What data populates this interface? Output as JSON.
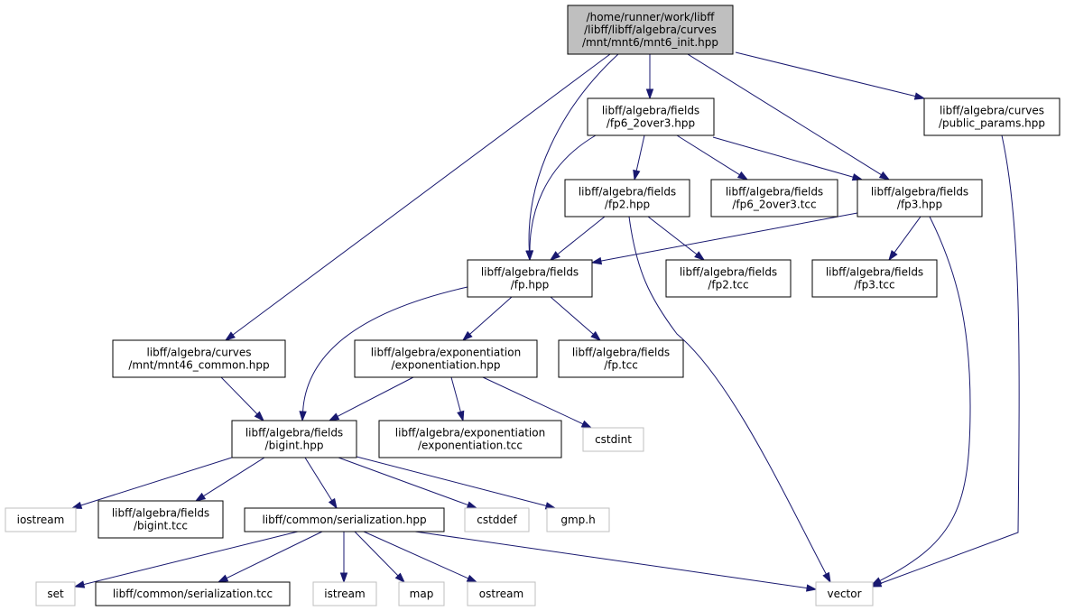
{
  "diagram": {
    "nodes": [
      {
        "id": "root",
        "lines": [
          "/home/runner/work/libff",
          "/libff/libff/algebra/curves",
          "/mnt/mnt6/mnt6_init.hpp"
        ],
        "kind": "root"
      },
      {
        "id": "fp6_2over3_hpp",
        "lines": [
          "libff/algebra/fields",
          "/fp6_2over3.hpp"
        ],
        "kind": "file"
      },
      {
        "id": "public_params_hpp",
        "lines": [
          "libff/algebra/curves",
          "/public_params.hpp"
        ],
        "kind": "file"
      },
      {
        "id": "fp2_hpp",
        "lines": [
          "libff/algebra/fields",
          "/fp2.hpp"
        ],
        "kind": "file"
      },
      {
        "id": "fp6_2over3_tcc",
        "lines": [
          "libff/algebra/fields",
          "/fp6_2over3.tcc"
        ],
        "kind": "file"
      },
      {
        "id": "fp3_hpp",
        "lines": [
          "libff/algebra/fields",
          "/fp3.hpp"
        ],
        "kind": "file"
      },
      {
        "id": "fp_hpp",
        "lines": [
          "libff/algebra/fields",
          "/fp.hpp"
        ],
        "kind": "file"
      },
      {
        "id": "fp2_tcc",
        "lines": [
          "libff/algebra/fields",
          "/fp2.tcc"
        ],
        "kind": "file"
      },
      {
        "id": "fp3_tcc",
        "lines": [
          "libff/algebra/fields",
          "/fp3.tcc"
        ],
        "kind": "file"
      },
      {
        "id": "mnt46_common_hpp",
        "lines": [
          "libff/algebra/curves",
          "/mnt/mnt46_common.hpp"
        ],
        "kind": "file"
      },
      {
        "id": "exponentiation_hpp",
        "lines": [
          "libff/algebra/exponentiation",
          "/exponentiation.hpp"
        ],
        "kind": "file"
      },
      {
        "id": "fp_tcc",
        "lines": [
          "libff/algebra/fields",
          "/fp.tcc"
        ],
        "kind": "file"
      },
      {
        "id": "bigint_hpp",
        "lines": [
          "libff/algebra/fields",
          "/bigint.hpp"
        ],
        "kind": "file"
      },
      {
        "id": "exponentiation_tcc",
        "lines": [
          "libff/algebra/exponentiation",
          "/exponentiation.tcc"
        ],
        "kind": "file"
      },
      {
        "id": "cstdint",
        "lines": [
          "cstdint"
        ],
        "kind": "ext"
      },
      {
        "id": "iostream",
        "lines": [
          "iostream"
        ],
        "kind": "ext"
      },
      {
        "id": "bigint_tcc",
        "lines": [
          "libff/algebra/fields",
          "/bigint.tcc"
        ],
        "kind": "file"
      },
      {
        "id": "serialization_hpp",
        "lines": [
          "libff/common/serialization.hpp"
        ],
        "kind": "file"
      },
      {
        "id": "cstddef",
        "lines": [
          "cstddef"
        ],
        "kind": "ext"
      },
      {
        "id": "gmp_h",
        "lines": [
          "gmp.h"
        ],
        "kind": "ext"
      },
      {
        "id": "set",
        "lines": [
          "set"
        ],
        "kind": "ext"
      },
      {
        "id": "serialization_tcc",
        "lines": [
          "libff/common/serialization.tcc"
        ],
        "kind": "file"
      },
      {
        "id": "istream",
        "lines": [
          "istream"
        ],
        "kind": "ext"
      },
      {
        "id": "map",
        "lines": [
          "map"
        ],
        "kind": "ext"
      },
      {
        "id": "ostream",
        "lines": [
          "ostream"
        ],
        "kind": "ext"
      },
      {
        "id": "vector",
        "lines": [
          "vector"
        ],
        "kind": "ext"
      }
    ],
    "edges": [
      {
        "from": "root",
        "to": "fp6_2over3_hpp"
      },
      {
        "from": "root",
        "to": "public_params_hpp"
      },
      {
        "from": "root",
        "to": "fp3_hpp"
      },
      {
        "from": "root",
        "to": "fp_hpp"
      },
      {
        "from": "root",
        "to": "mnt46_common_hpp"
      },
      {
        "from": "fp6_2over3_hpp",
        "to": "fp2_hpp"
      },
      {
        "from": "fp6_2over3_hpp",
        "to": "fp6_2over3_tcc"
      },
      {
        "from": "fp6_2over3_hpp",
        "to": "fp3_hpp"
      },
      {
        "from": "fp6_2over3_hpp",
        "to": "fp_hpp"
      },
      {
        "from": "public_params_hpp",
        "to": "vector"
      },
      {
        "from": "fp2_hpp",
        "to": "fp_hpp"
      },
      {
        "from": "fp2_hpp",
        "to": "fp2_tcc"
      },
      {
        "from": "fp2_hpp",
        "to": "vector"
      },
      {
        "from": "fp3_hpp",
        "to": "fp_hpp"
      },
      {
        "from": "fp3_hpp",
        "to": "fp3_tcc"
      },
      {
        "from": "fp3_hpp",
        "to": "vector"
      },
      {
        "from": "fp_hpp",
        "to": "exponentiation_hpp"
      },
      {
        "from": "fp_hpp",
        "to": "fp_tcc"
      },
      {
        "from": "fp_hpp",
        "to": "bigint_hpp"
      },
      {
        "from": "mnt46_common_hpp",
        "to": "bigint_hpp"
      },
      {
        "from": "exponentiation_hpp",
        "to": "bigint_hpp"
      },
      {
        "from": "exponentiation_hpp",
        "to": "exponentiation_tcc"
      },
      {
        "from": "exponentiation_hpp",
        "to": "cstdint"
      },
      {
        "from": "bigint_hpp",
        "to": "iostream"
      },
      {
        "from": "bigint_hpp",
        "to": "bigint_tcc"
      },
      {
        "from": "bigint_hpp",
        "to": "serialization_hpp"
      },
      {
        "from": "bigint_hpp",
        "to": "cstddef"
      },
      {
        "from": "bigint_hpp",
        "to": "gmp_h"
      },
      {
        "from": "serialization_hpp",
        "to": "set"
      },
      {
        "from": "serialization_hpp",
        "to": "serialization_tcc"
      },
      {
        "from": "serialization_hpp",
        "to": "istream"
      },
      {
        "from": "serialization_hpp",
        "to": "map"
      },
      {
        "from": "serialization_hpp",
        "to": "ostream"
      },
      {
        "from": "serialization_hpp",
        "to": "vector"
      }
    ],
    "colors": {
      "edge": "#191970",
      "root_fill": "#bfbfbf",
      "file_border": "#000000",
      "ext_border": "#bfbfbf",
      "text": "#000000"
    }
  }
}
